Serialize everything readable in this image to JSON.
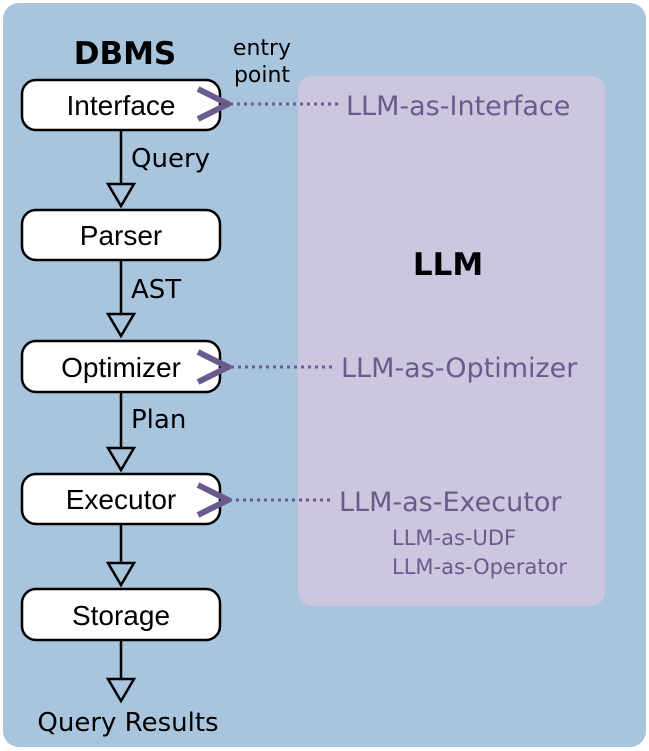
{
  "colors": {
    "dbms_panel": "#a9c5de",
    "llm_panel": "#ccc6df",
    "llm_text": "#6a5a8e",
    "box_fill": "#ffffff",
    "stroke": "#000000"
  },
  "dbms": {
    "title": "DBMS",
    "entry_point": [
      "entry",
      "point"
    ],
    "stages": [
      "Interface",
      "Parser",
      "Optimizer",
      "Executor",
      "Storage"
    ],
    "edges": [
      "Query",
      "AST",
      "Plan"
    ],
    "output": "Query Results"
  },
  "llm": {
    "title": "LLM",
    "roles": {
      "interface": "LLM-as-Interface",
      "optimizer": "LLM-as-Optimizer",
      "executor": "LLM-as-Executor",
      "udf": "LLM-as-UDF",
      "operator": "LLM-as-Operator"
    }
  }
}
